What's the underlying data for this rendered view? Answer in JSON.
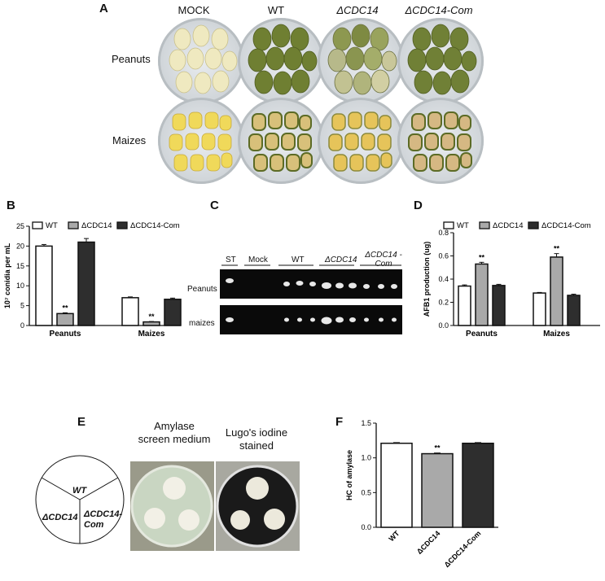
{
  "panels": {
    "A": {
      "letter": "A",
      "columns": [
        "MOCK",
        "WT",
        "ΔCDC14",
        "ΔCDC14-Com"
      ],
      "rows": [
        "Peanuts",
        "Maizes"
      ]
    },
    "B": {
      "letter": "B",
      "ylabel": "10⁷ conidia per mL",
      "legend": [
        "WT",
        "ΔCDC14",
        "ΔCDC14-Com"
      ],
      "significance": "**"
    },
    "C": {
      "letter": "C",
      "lanes": [
        "ST",
        "Mock",
        "WT",
        "ΔCDC14",
        "ΔCDC14 -Com"
      ],
      "rows": [
        "Peanuts",
        "maizes"
      ]
    },
    "D": {
      "letter": "D",
      "ylabel": "AFB1 production (ug)",
      "legend": [
        "WT",
        "ΔCDC14",
        "ΔCDC14-Com"
      ],
      "significance": "**"
    },
    "E": {
      "letter": "E",
      "schematic": [
        "WT",
        "ΔCDC14",
        "ΔCDC14-Com"
      ],
      "plate1": "Amylase screen medium",
      "plate2": "Lugo's iodine stained"
    },
    "F": {
      "letter": "F",
      "ylabel": "HC of amylase",
      "significance": "**"
    }
  },
  "colors": {
    "wt": "#ffffff",
    "mut": "#a9a9a9",
    "com": "#2e2e2e"
  },
  "chart_data": [
    {
      "id": "B",
      "type": "bar",
      "categories": [
        "Peanuts",
        "Maizes"
      ],
      "ylabel": "10⁷ conidia per mL",
      "ylim": [
        0,
        25
      ],
      "yticks": [
        0,
        5,
        10,
        15,
        20,
        25
      ],
      "series": [
        {
          "name": "WT",
          "values": [
            20.0,
            7.0
          ],
          "errors": [
            0.4,
            0.2
          ]
        },
        {
          "name": "ΔCDC14",
          "values": [
            3.0,
            0.9
          ],
          "errors": [
            0.2,
            0.1
          ]
        },
        {
          "name": "ΔCDC14-Com",
          "values": [
            21.0,
            6.6
          ],
          "errors": [
            0.9,
            0.3
          ]
        }
      ]
    },
    {
      "id": "D",
      "type": "bar",
      "categories": [
        "Peanuts",
        "Maizes"
      ],
      "ylabel": "AFB1 production (ug)",
      "ylim": [
        0,
        0.8
      ],
      "yticks": [
        0.0,
        0.2,
        0.4,
        0.6,
        0.8
      ],
      "series": [
        {
          "name": "WT",
          "values": [
            0.34,
            0.28
          ],
          "errors": [
            0.01,
            0.005
          ]
        },
        {
          "name": "ΔCDC14",
          "values": [
            0.53,
            0.59
          ],
          "errors": [
            0.015,
            0.03
          ]
        },
        {
          "name": "ΔCDC14-Com",
          "values": [
            0.345,
            0.26
          ],
          "errors": [
            0.01,
            0.01
          ]
        }
      ]
    },
    {
      "id": "F",
      "type": "bar",
      "categories": [
        "WT",
        "ΔCDC14",
        "ΔCDC14-Com"
      ],
      "ylabel": "HC of amylase",
      "ylim": [
        0,
        1.5
      ],
      "yticks": [
        0.0,
        0.5,
        1.0,
        1.5
      ],
      "series": [
        {
          "values": [
            1.21,
            1.06,
            1.21
          ],
          "errors": [
            0.01,
            0.01,
            0.01
          ]
        }
      ]
    }
  ]
}
